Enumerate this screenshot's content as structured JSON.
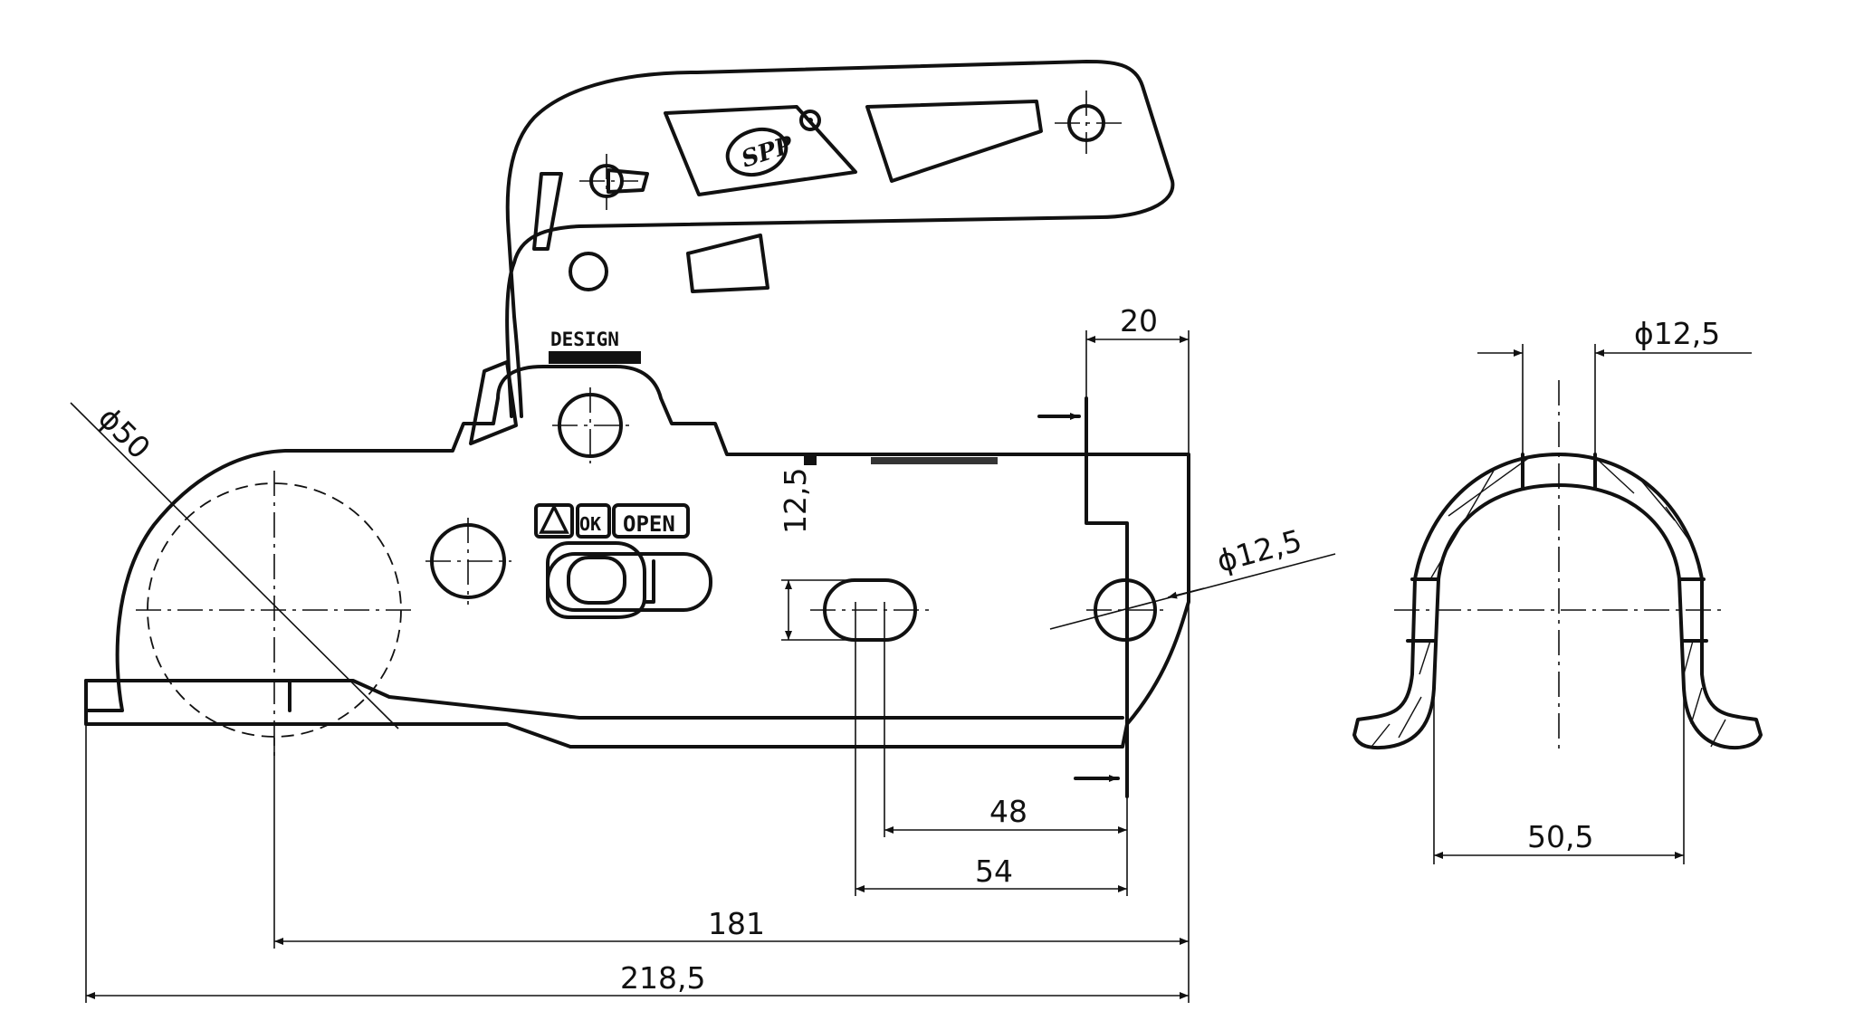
{
  "labels": {
    "design": "DESIGN",
    "open": "OPEN",
    "ok": "OK",
    "logo": "SPP"
  },
  "dimensions": {
    "d_ball": "ϕ50",
    "width_20": "20",
    "d_hole": "ϕ12,5",
    "slot_height": "12,5",
    "dist_48": "48",
    "dist_54": "54",
    "dist_181": "181",
    "length_total": "218,5",
    "d_section_hole": "ϕ12,5",
    "section_width": "50,5"
  }
}
